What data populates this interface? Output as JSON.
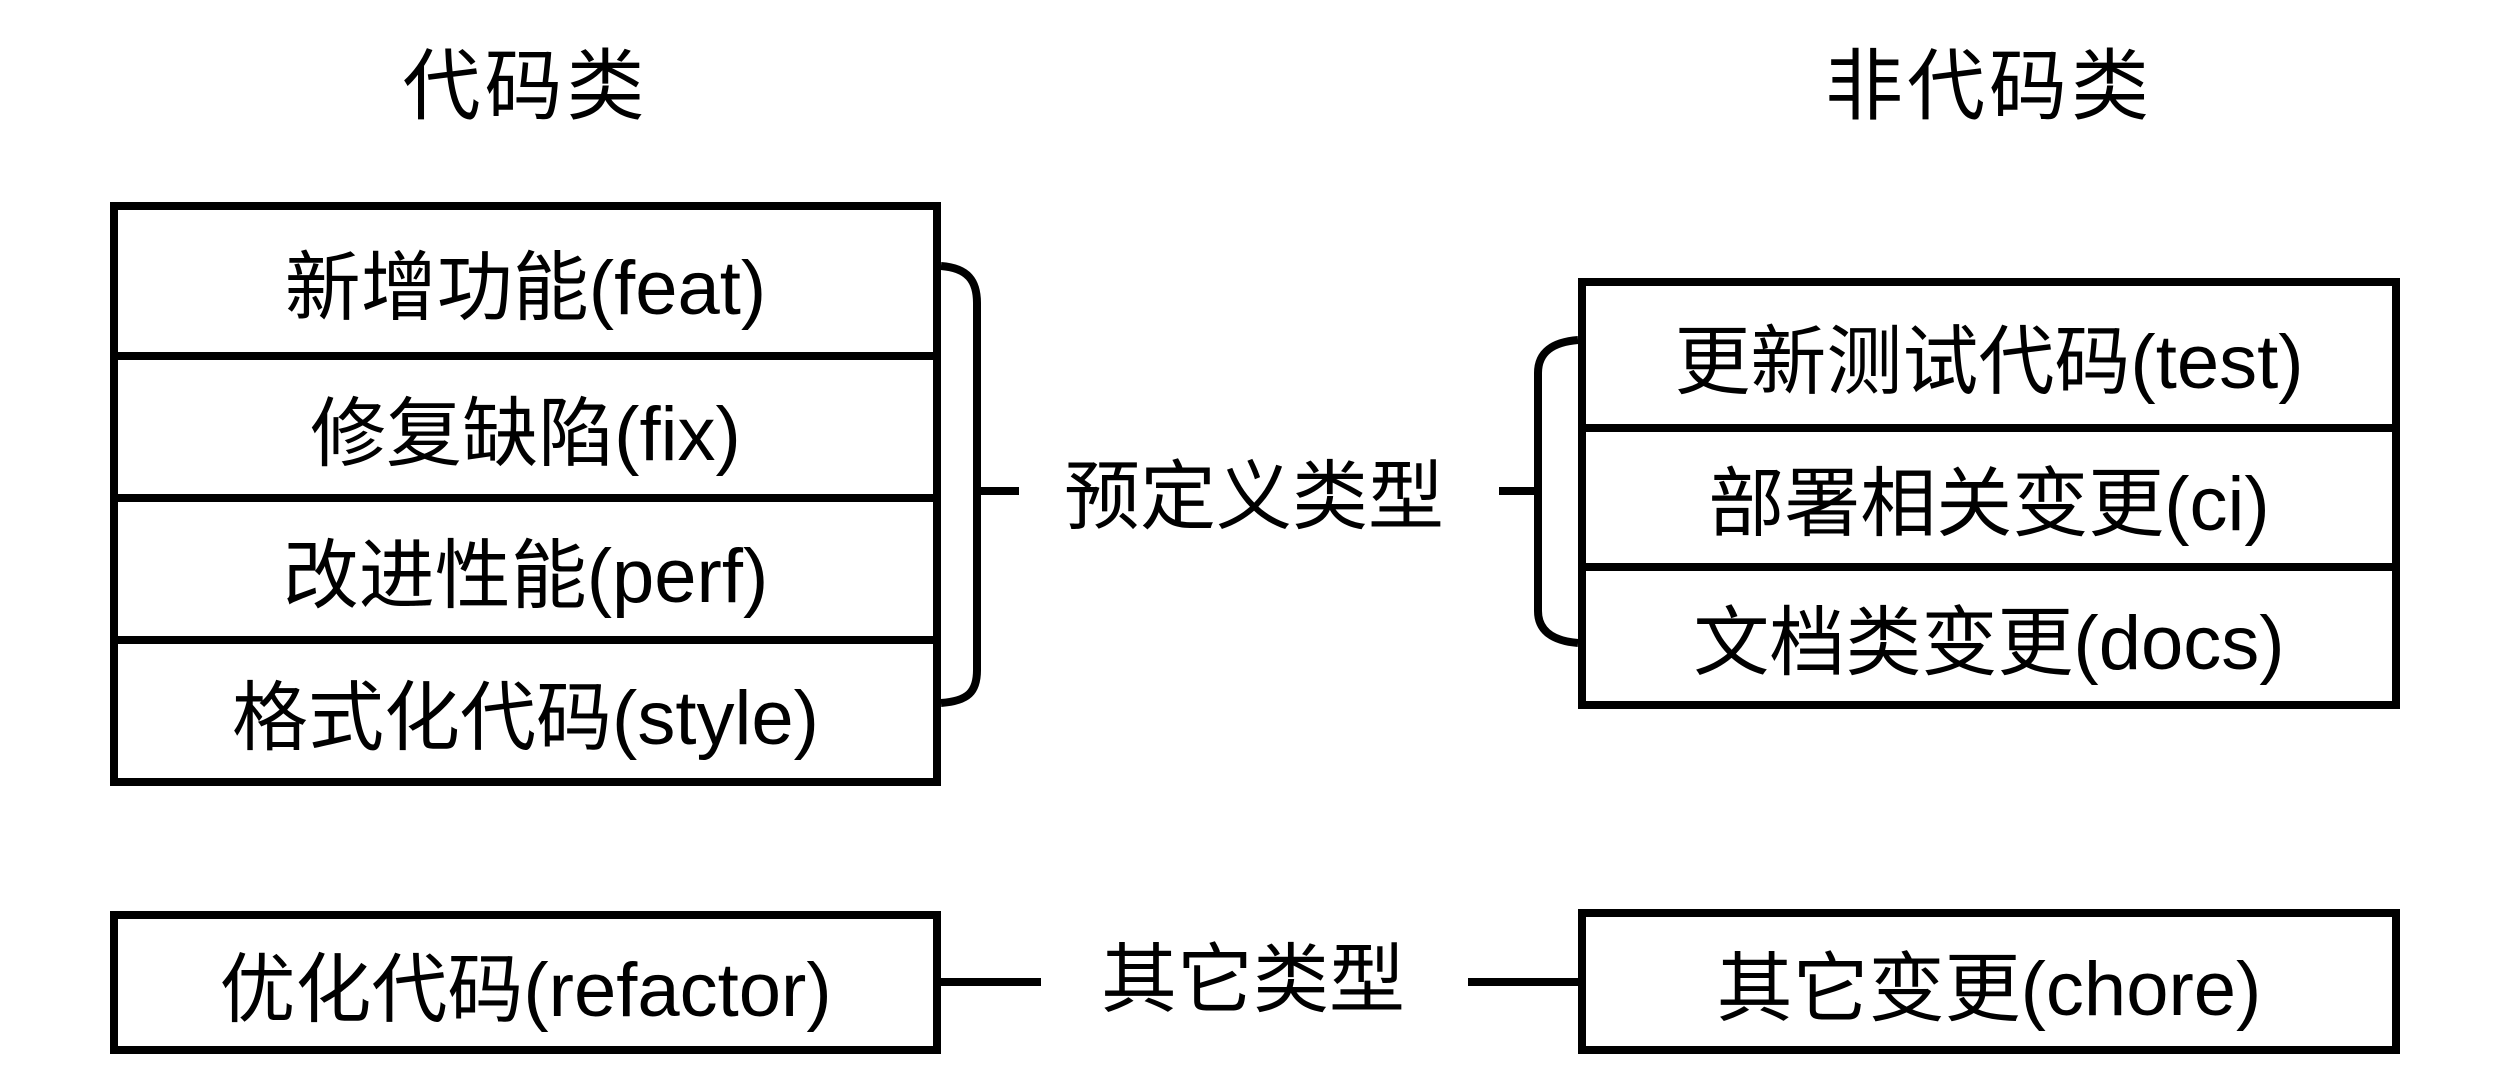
{
  "colors": {
    "background": "#ffffff",
    "line": "#000000"
  },
  "column_titles": {
    "code": "代码类",
    "noncode": "非代码类"
  },
  "predefined_group": {
    "label": "预定义类型",
    "code_items": [
      "新增功能(feat)",
      "修复缺陷(fix)",
      "改进性能(perf)",
      "格式化代码(style)"
    ],
    "noncode_items": [
      "更新测试代码(test)",
      "部署相关变更(ci)",
      "文档类变更(docs)"
    ]
  },
  "other_group": {
    "label": "其它类型",
    "code_item": "优化代码(refactor)",
    "noncode_item": "其它变更(chore)"
  }
}
